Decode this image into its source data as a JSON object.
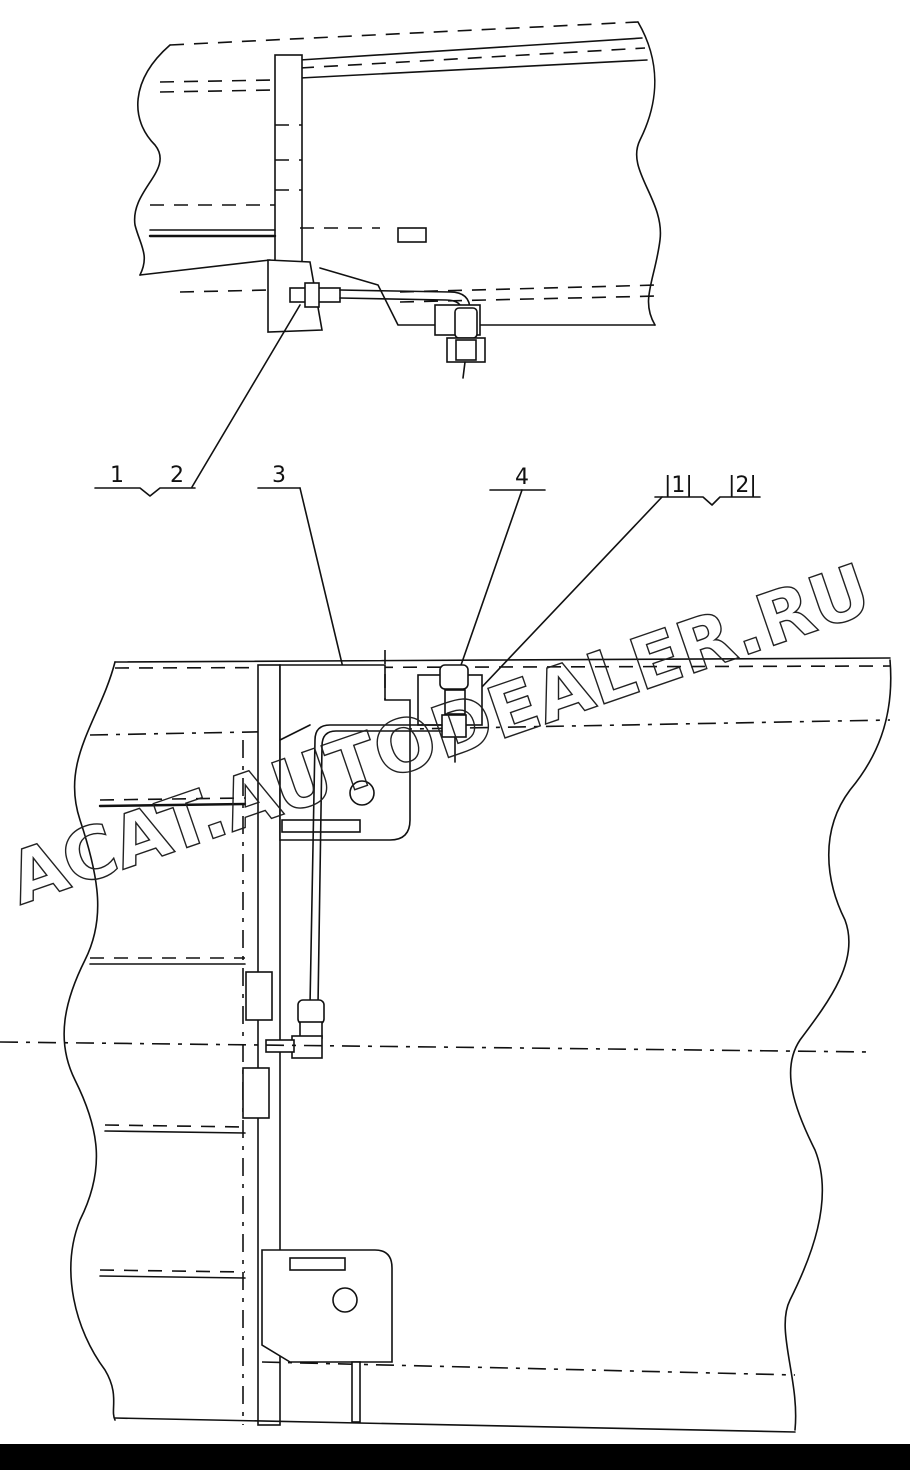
{
  "callouts": {
    "c1": "1",
    "c2": "2",
    "c3": "3",
    "c4": "4",
    "c11": "|1|",
    "c12": "|2|"
  },
  "watermark": "ACAT.AUTODEALER.RU",
  "colors": {
    "ink": "#111111",
    "background": "#ffffff",
    "bar": "#000000"
  }
}
